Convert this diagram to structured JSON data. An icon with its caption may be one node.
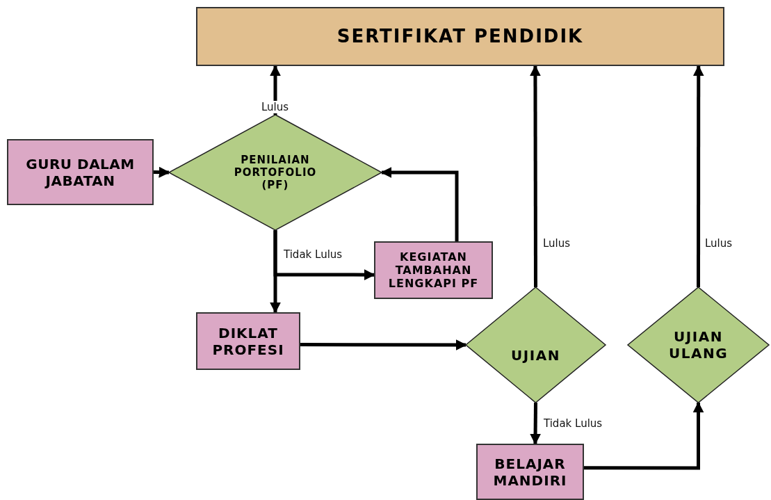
{
  "diagram": {
    "nodes": [
      {
        "text": [
          "SERTIFIKAT PENDIDIK"
        ]
      },
      {
        "text": [
          "GURU DALAM JABATAN"
        ]
      },
      {
        "text": [
          "PENILAIAN PORTOFOLIO (PF)"
        ]
      },
      {
        "text": [
          "KEGIATAN TAMBAHAN LENGKAPI PF"
        ]
      },
      {
        "text": [
          "DIKLAT PROFESI"
        ]
      },
      {
        "text": [
          "UJIAN"
        ]
      },
      {
        "text": [
          "UJIAN ULANG"
        ]
      },
      {
        "text": [
          "BELAJAR MANDIRI"
        ]
      }
    ],
    "edges": [
      {
        "from": 1,
        "to": 2,
        "arrow": "to"
      },
      {
        "from": 2,
        "to": 0,
        "arrow": "to",
        "label": "Lulus"
      },
      {
        "from": 2,
        "to": 4,
        "arrow": "to"
      },
      {
        "from": 2,
        "to": 3,
        "arrow": "to",
        "label": "Tidak Lulus"
      },
      {
        "from": 3,
        "to": 2,
        "arrow": "to"
      },
      {
        "from": 4,
        "to": 5,
        "arrow": "to"
      },
      {
        "from": 5,
        "to": 0,
        "arrow": "to",
        "label": "Lulus"
      },
      {
        "from": 5,
        "to": 7,
        "arrow": "to",
        "label": "Tidak Lulus"
      },
      {
        "from": 7,
        "to": 6,
        "arrow": "to"
      },
      {
        "from": 6,
        "to": 0,
        "arrow": "to",
        "label": "Lulus"
      }
    ]
  }
}
